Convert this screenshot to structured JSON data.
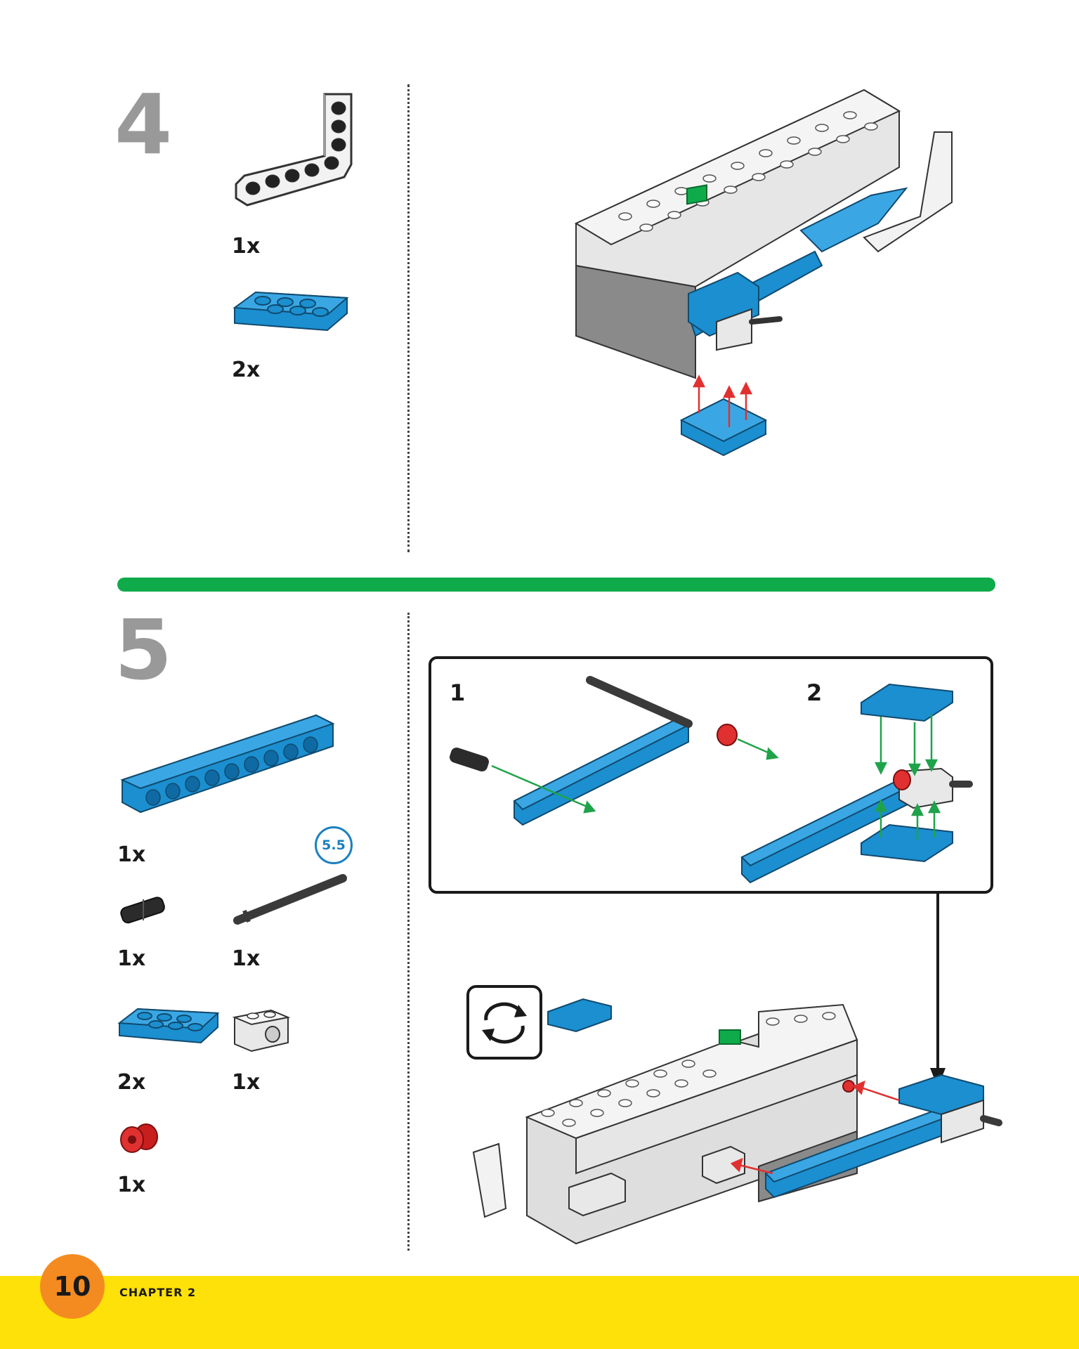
{
  "step4": {
    "number": "4",
    "parts": [
      {
        "name": "L-shaped liftarm",
        "qty": "1x"
      },
      {
        "name": "2x3 plate",
        "qty": "2x"
      }
    ]
  },
  "step5": {
    "number": "5",
    "parts": [
      {
        "name": "1x10 technic beam",
        "qty": "1x"
      },
      {
        "name": "connector peg",
        "qty": "1x"
      },
      {
        "name": "axle",
        "qty": "1x",
        "badge": "5.5"
      },
      {
        "name": "2x3 plate",
        "qty": "2x"
      },
      {
        "name": "1x2 technic brick",
        "qty": "1x"
      },
      {
        "name": "bush",
        "qty": "1x"
      }
    ],
    "substeps": [
      "1",
      "2"
    ]
  },
  "footer": {
    "page_number": "10",
    "chapter": "CHAPTER 2"
  },
  "colors": {
    "accent_green": "#0fab4b",
    "footer_yellow": "#fde108",
    "page_orange": "#f48b21",
    "brick_blue": "#1b8fd0",
    "brick_white": "#f2f2f2",
    "arrow_red": "#e03030",
    "arrow_green": "#1fa34a"
  }
}
